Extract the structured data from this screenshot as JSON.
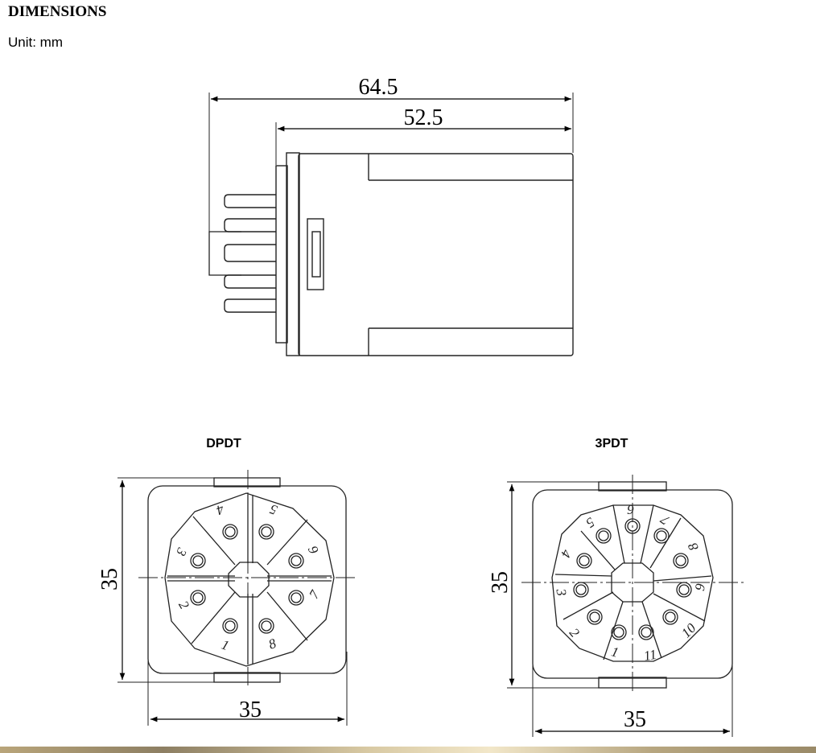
{
  "header": {
    "title": "DIMENSIONS",
    "unit": "Unit: mm"
  },
  "side_view": {
    "overall_length": "64.5",
    "body_length": "52.5"
  },
  "dpdt": {
    "label": "DPDT",
    "height": "35",
    "width": "35",
    "pins": [
      "1",
      "2",
      "3",
      "4",
      "5",
      "6",
      "7",
      "8"
    ]
  },
  "tpdt": {
    "label": "3PDT",
    "height": "35",
    "width": "35",
    "pins": [
      "1",
      "2",
      "3",
      "4",
      "5",
      "6",
      "7",
      "8",
      "9",
      "10",
      "11"
    ]
  }
}
